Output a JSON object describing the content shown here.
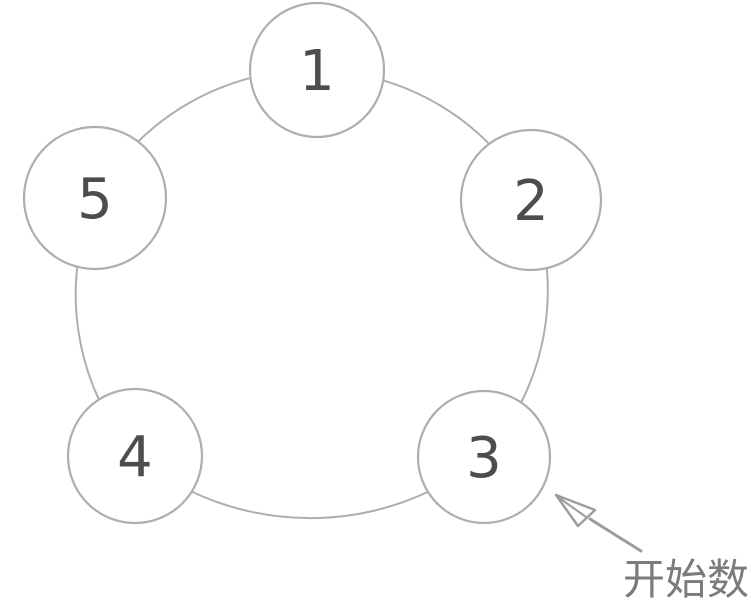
{
  "diagram": {
    "type": "circular-counting-ring",
    "nodes": [
      {
        "label": "1"
      },
      {
        "label": "2"
      },
      {
        "label": "3"
      },
      {
        "label": "4"
      },
      {
        "label": "5"
      }
    ],
    "annotation": {
      "label": "开始数",
      "points_to_node": "3"
    },
    "colors": {
      "background": "#ffffff",
      "ring_stroke": "#aeaeae",
      "node_fill": "#ffffff",
      "node_stroke": "#aeaeae",
      "number_text": "#4d4d4d",
      "arrow": "#9c9c9c",
      "annotation_text": "#7b7b7b"
    }
  }
}
